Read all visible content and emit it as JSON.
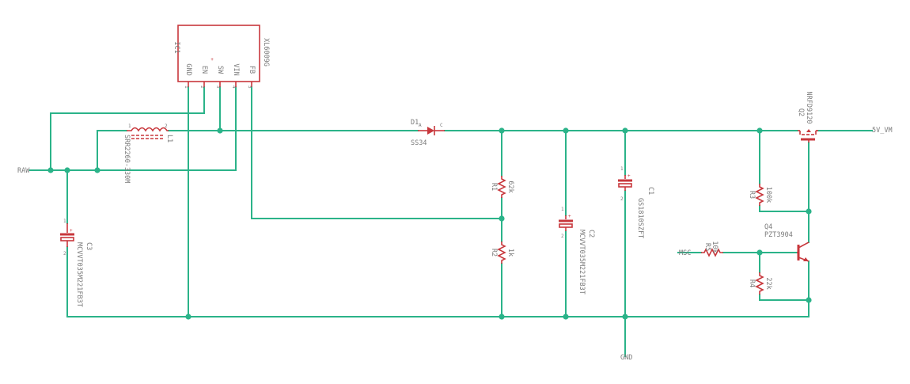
{
  "ic": {
    "name": "IC1",
    "value": "XL6009G",
    "pins": [
      {
        "name": "GND",
        "num": "1"
      },
      {
        "name": "EN",
        "num": "2"
      },
      {
        "name": "SW",
        "num": "3"
      },
      {
        "name": "VIN",
        "num": "4"
      },
      {
        "name": "FB",
        "num": "5"
      }
    ]
  },
  "nets": {
    "raw": "RAW",
    "msc": "MSC",
    "gnd": "GND",
    "out": "5V_VM"
  },
  "inductor": {
    "name": "L1",
    "value": "SRR2260-330M",
    "pin1": "1",
    "pin2": "2"
  },
  "diode": {
    "name": "D1",
    "value": "SS34",
    "pin_a": "A",
    "pin_c": "C"
  },
  "r1": {
    "name": "R1",
    "value": "62k"
  },
  "r2": {
    "name": "R2",
    "value": "1k"
  },
  "r3": {
    "name": "R3",
    "value": "100k"
  },
  "r4": {
    "name": "R4",
    "value": "22k"
  },
  "r5": {
    "name": "R5",
    "value": "10k"
  },
  "c1": {
    "name": "C1",
    "value": "GS1810SZFT"
  },
  "c2": {
    "name": "C2",
    "value": "MCVVT035M221FB3T"
  },
  "c3": {
    "name": "C3",
    "value": "MCVVT035M221FB3T"
  },
  "q2": {
    "name": "Q2",
    "value": "NRFD9120"
  },
  "q4": {
    "name": "Q4",
    "value": "PZT3904"
  },
  "pin1": "1",
  "pin2": "2",
  "plus": "+"
}
